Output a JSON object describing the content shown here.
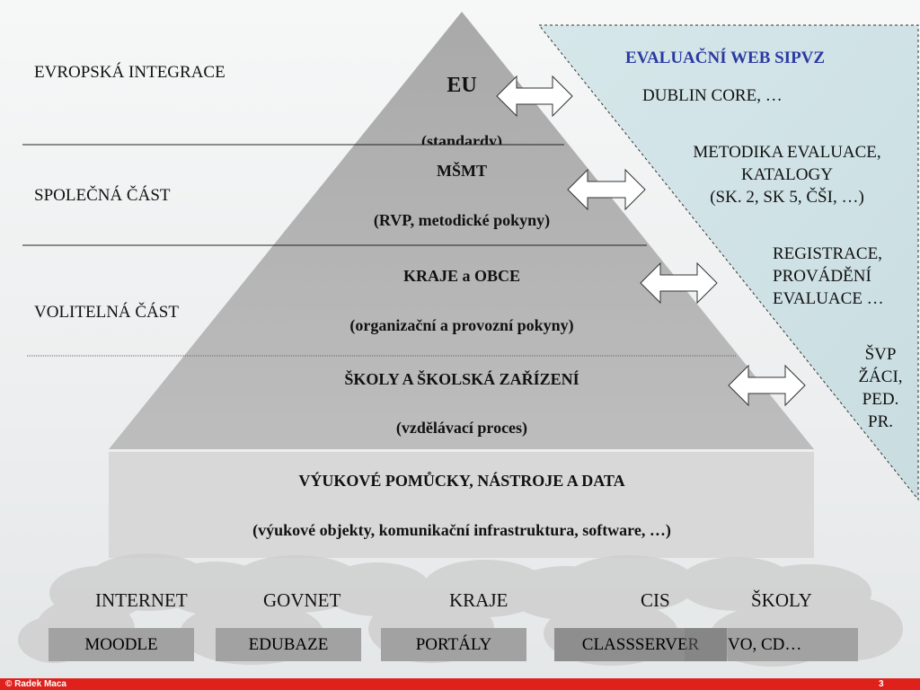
{
  "left_labels": {
    "europe": "EVROPSKÁ INTEGRACE",
    "common": "SPOLEČNÁ ČÁST",
    "optional": "VOLITELNÁ ČÁST"
  },
  "pyramid": {
    "eu": {
      "title": "EU",
      "subtitle": "(standardy)"
    },
    "msmt": {
      "title": "MŠMT",
      "subtitle": "(RVP, metodické pokyny)"
    },
    "regions": {
      "title": "KRAJE a OBCE",
      "subtitle": "(organizační a provozní pokyny)"
    },
    "schools": {
      "title": "ŠKOLY A ŠKOLSKÁ ZAŘÍZENÍ",
      "subtitle": "(vzdělávací proces)"
    },
    "base": {
      "title": "VÝUKOVÉ POMŮCKY, NÁSTROJE A DATA",
      "subtitle": "(výukové objekty, komunikační infrastruktura, software, …)"
    }
  },
  "right": {
    "header": "EVALUAČNÍ WEB SIPVZ",
    "r1": "DUBLIN CORE, …",
    "r2": [
      "METODIKA EVALUACE,",
      "KATALOGY",
      "(SK. 2, SK 5, ČŠI, …)"
    ],
    "r3": [
      "REGISTRACE,",
      "PROVÁDĚNÍ",
      "EVALUACE …"
    ],
    "r4": [
      "ŠVP",
      "ŽÁCI,",
      "PED.",
      "PR."
    ]
  },
  "clouds": [
    "INTERNET",
    "GOVNET",
    "KRAJE",
    "CIS",
    "ŠKOLY"
  ],
  "boxes": [
    "MOODLE",
    "EDUBAZE",
    "PORTÁLY",
    "CLASSSERVER",
    "VO, CD…"
  ],
  "footer": {
    "author": "© Radek Maca",
    "page": "3"
  },
  "colors": {
    "header_blue": "#2b3aa0",
    "footer_red": "#e0201a",
    "pyramid_gray": "#b6b6b6"
  }
}
